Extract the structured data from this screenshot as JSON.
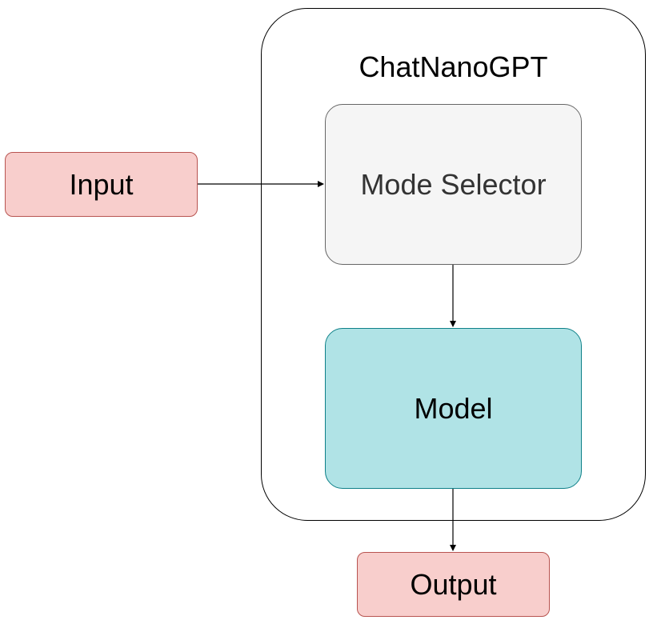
{
  "diagram": {
    "container": {
      "title": "ChatNanoGPT"
    },
    "nodes": {
      "input": {
        "label": "Input",
        "fill": "#f8cecc",
        "stroke": "#b85450"
      },
      "mode_selector": {
        "label": "Mode Selector",
        "fill": "#f5f5f5",
        "stroke": "#666666"
      },
      "model": {
        "label": "Model",
        "fill": "#b0e3e6",
        "stroke": "#0e8088"
      },
      "output": {
        "label": "Output",
        "fill": "#f8cecc",
        "stroke": "#b85450"
      }
    },
    "edges": [
      {
        "from": "input",
        "to": "mode_selector"
      },
      {
        "from": "mode_selector",
        "to": "model"
      },
      {
        "from": "model",
        "to": "output"
      }
    ]
  }
}
